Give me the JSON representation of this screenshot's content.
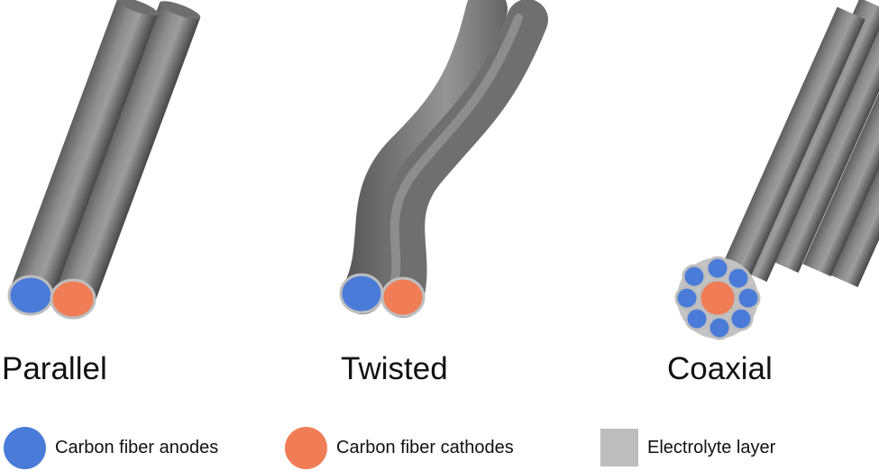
{
  "configurations": [
    {
      "label": "Parallel"
    },
    {
      "label": "Twisted"
    },
    {
      "label": "Coaxial"
    }
  ],
  "legend": [
    {
      "label": "Carbon fiber anodes",
      "shape": "circle",
      "color": "#4a7bd8"
    },
    {
      "label": "Carbon fiber cathodes",
      "shape": "circle",
      "color": "#f07d55"
    },
    {
      "label": "Electrolyte layer",
      "shape": "square",
      "color": "#bebebe"
    }
  ],
  "colors": {
    "anode": "#4a7bd8",
    "cathode": "#f07d55",
    "electrolyte": "#bebebe",
    "fiber_body": "#7a7a7a"
  }
}
